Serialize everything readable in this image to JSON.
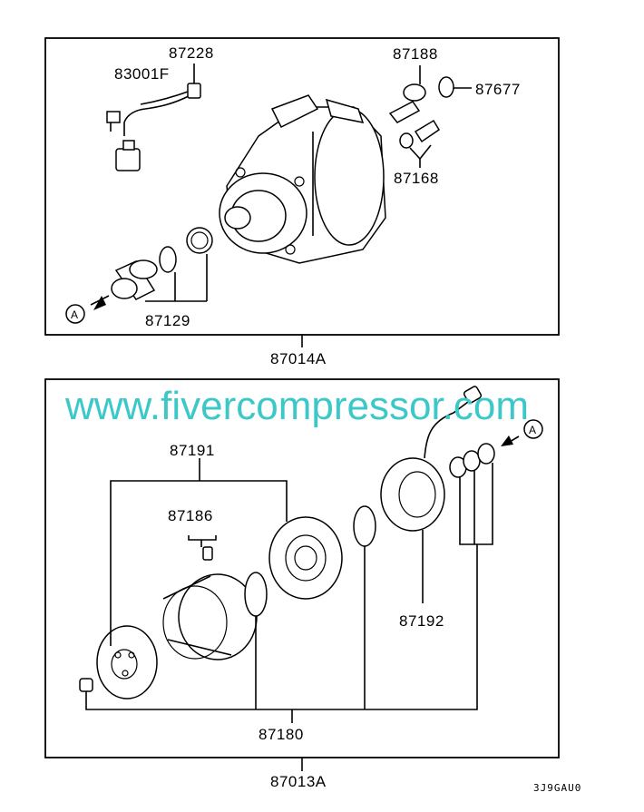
{
  "diagram": {
    "top_panel": {
      "assembly_label": "87014A",
      "parts": [
        "87228",
        "83001F",
        "87188",
        "87677",
        "87168",
        "87129"
      ],
      "marker": "A"
    },
    "bottom_panel": {
      "assembly_label": "87013A",
      "parts": [
        "87191",
        "87186",
        "87192",
        "87180"
      ],
      "marker": "A"
    },
    "watermark": "www.fivercompressor.com",
    "drawing_code": "3J9GAU0"
  }
}
